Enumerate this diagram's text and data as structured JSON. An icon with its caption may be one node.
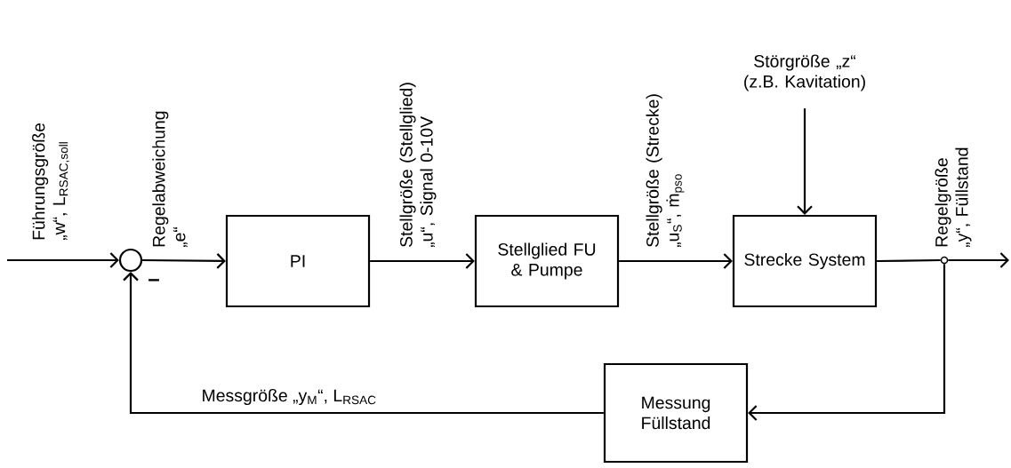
{
  "diagram": {
    "nodes": [
      {
        "text": [],
        "shape": "circle"
      },
      {
        "text": [
          "PI"
        ]
      },
      {
        "text": [
          "Stellglied FU & Pumpe"
        ]
      },
      {
        "text": [
          "Strecke System"
        ]
      },
      {
        "text": [
          "Messung Füllstand"
        ]
      },
      {
        "text": [],
        "shape": "circle"
      },
      {
        "text": [
          "Störgröße „z“ (z.B. Kavitation)"
        ]
      }
    ],
    "edges": [
      {
        "from": null,
        "to": 0,
        "arrow": "to",
        "label": "Führungsgröße „w“, L$_{RSAC,soll}$"
      },
      {
        "from": 0,
        "to": 1,
        "arrow": "to",
        "label": "Regelabweichung „e“"
      },
      {
        "from": 1,
        "to": 2,
        "arrow": "to",
        "label": "Stellgröße (Stellglied) „u“, Signal 0-10V"
      },
      {
        "from": 2,
        "to": 3,
        "arrow": "to",
        "label": "Stellgröße (Strecke) „u$_{S}$“, ṁ$_{pso}$"
      },
      {
        "from": 6,
        "to": 3,
        "arrow": "to"
      },
      {
        "from": 3,
        "to": 5,
        "arrow": "none"
      },
      {
        "from": 5,
        "to": null,
        "arrow": "to",
        "label": "Regelgröße „y“, Füllstand"
      },
      {
        "from": 5,
        "to": 4,
        "arrow": "to"
      },
      {
        "from": 4,
        "to": 0,
        "arrow": "to",
        "label": "Messgröße „y$_{M}$“, L$_{RSAC}$"
      }
    ],
    "labels": [
      "–"
    ]
  }
}
